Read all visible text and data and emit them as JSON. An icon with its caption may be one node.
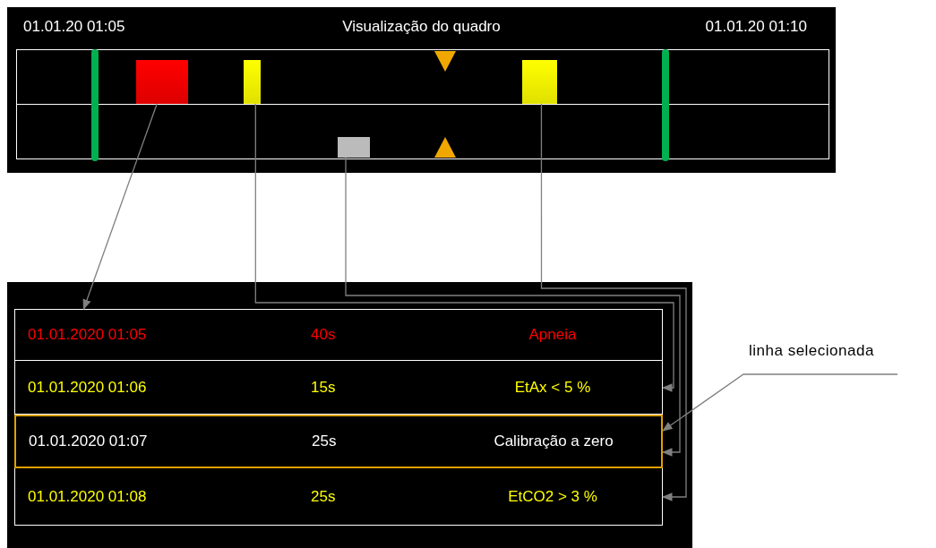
{
  "diagram": {
    "nodes": [
      {
        "text": [
          "01.01.20 01:05",
          "Visualização do quadro",
          "01.01.20 01:10"
        ]
      },
      {
        "text": [],
        "shape": "box",
        "in": 0
      },
      {
        "text": [],
        "shape": "box",
        "in": 0
      },
      {
        "text": [],
        "shape": "box",
        "in": 0
      },
      {
        "text": [],
        "shape": "box",
        "in": 0
      },
      {
        "text": [],
        "shape": "box"
      },
      {
        "text": [
          "01.01.2020 01:05",
          "40s",
          "Apneia"
        ],
        "in": 5
      },
      {
        "text": [
          "01.01.2020 01:06",
          "15s",
          "EtAx < 5 %"
        ],
        "in": 5
      },
      {
        "text": [
          "01.01.2020 01:07",
          "25s",
          "Calibração a zero"
        ],
        "in": 5
      },
      {
        "text": [
          "01.01.2020 01:08",
          "25s",
          "EtCO2 > 3 %"
        ],
        "in": 5
      },
      {
        "text": [
          "linha selecionada"
        ]
      }
    ],
    "edges": [
      {
        "from": 1,
        "to": 6,
        "arrow": "to"
      },
      {
        "from": 2,
        "to": 7,
        "arrow": "to"
      },
      {
        "from": 4,
        "to": 8,
        "arrow": "to"
      },
      {
        "from": 3,
        "to": 9,
        "arrow": "to"
      },
      {
        "from": 10,
        "to": 8,
        "arrow": "to"
      }
    ]
  }
}
